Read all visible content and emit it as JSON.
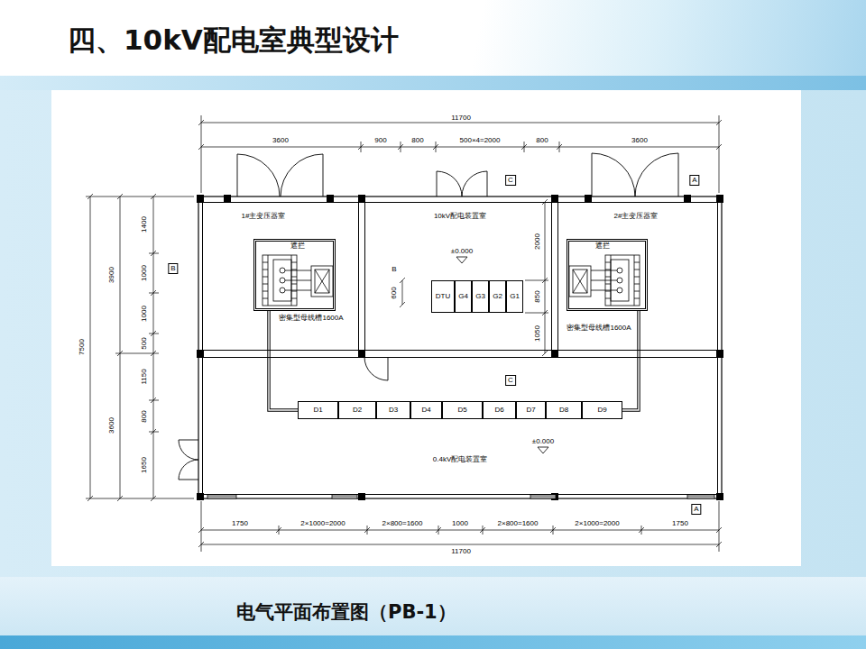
{
  "diagram": {
    "title": "四、10kV配电室典型设计",
    "caption": "电气平面布置图（PB-1）",
    "nodes": [
      {
        "text": [
          "1#主变压器室"
        ]
      },
      {
        "text": [
          "遮拦"
        ],
        "in": 0
      },
      {
        "text": [
          "10kV配电装置室"
        ]
      },
      {
        "text": [
          "DTU"
        ],
        "in": 2
      },
      {
        "text": [
          "G4"
        ],
        "in": 2
      },
      {
        "text": [
          "G3"
        ],
        "in": 2
      },
      {
        "text": [
          "G2"
        ],
        "in": 2
      },
      {
        "text": [
          "G1"
        ],
        "in": 2
      },
      {
        "text": [
          "2#主变压器室"
        ]
      },
      {
        "text": [
          "遮拦"
        ],
        "in": 8
      },
      {
        "text": [
          "0.4kV配电装置室"
        ]
      },
      {
        "text": [
          "D1"
        ],
        "in": 10
      },
      {
        "text": [
          "D2"
        ],
        "in": 10
      },
      {
        "text": [
          "D3"
        ],
        "in": 10
      },
      {
        "text": [
          "D4"
        ],
        "in": 10
      },
      {
        "text": [
          "D5"
        ],
        "in": 10
      },
      {
        "text": [
          "D6"
        ],
        "in": 10
      },
      {
        "text": [
          "D7"
        ],
        "in": 10
      },
      {
        "text": [
          "D8"
        ],
        "in": 10
      },
      {
        "text": [
          "D9"
        ],
        "in": 10
      }
    ],
    "edges": [
      {
        "from": 1,
        "to": 11,
        "arrow": "none"
      },
      {
        "from": 9,
        "to": 19,
        "arrow": "none"
      }
    ],
    "labels": [
      "11700",
      "3600",
      "900",
      "800",
      "500×4=2000",
      "800",
      "3600",
      "C",
      "A",
      "1400",
      "1000",
      "1000",
      "500",
      "1150",
      "800",
      "1650",
      "3900",
      "3600",
      "7500",
      "B",
      "B",
      "600",
      "±0.000",
      "2000",
      "850",
      "1050",
      "密集型母线槽1600A",
      "密集型母线槽1600A",
      "C",
      "±0.000",
      "1750",
      "2×1000=2000",
      "2×800=1600",
      "1000",
      "2×800=1600",
      "2×1000=2000",
      "1750",
      "A",
      "11700"
    ]
  }
}
